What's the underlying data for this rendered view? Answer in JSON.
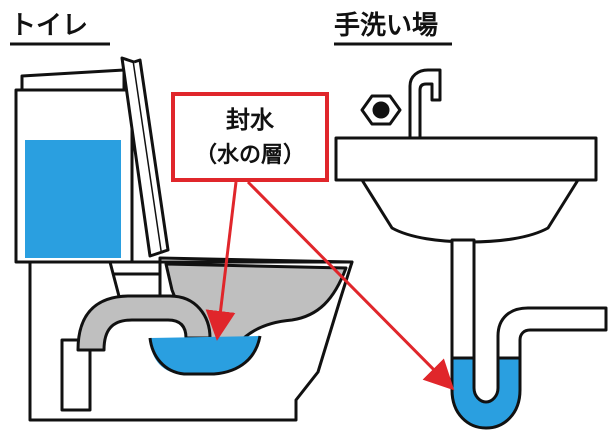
{
  "labels": {
    "toilet_title": "トイレ",
    "sink_title": "手洗い場",
    "callout_line1": "封水",
    "callout_line2": "（水の層）"
  },
  "colors": {
    "water": "#2a9fe0",
    "water_dark": "#1f7fc0",
    "porcelain_shade": "#bfbfbf",
    "outline": "#111111",
    "callout_red": "#e0262b",
    "background": "#ffffff"
  },
  "icons": {
    "nut": "hex-nut-icon"
  }
}
